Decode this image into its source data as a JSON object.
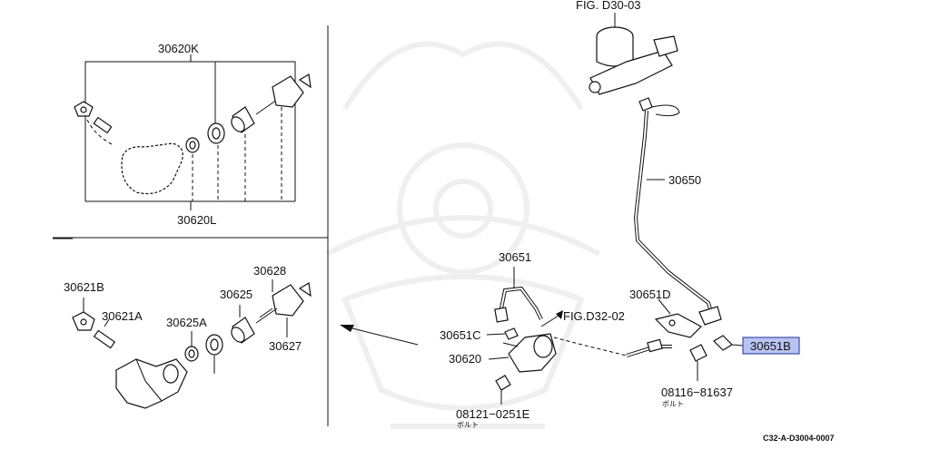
{
  "diagram": {
    "labels": {
      "fig_d30_03": "FIG. D30-03",
      "p30650": "30650",
      "p30620K": "30620K",
      "p30620L": "30620L",
      "p30621B": "30621B",
      "p30621A": "30621A",
      "p30625A": "30625A",
      "p30625": "30625",
      "p30628": "30628",
      "p30627": "30627",
      "p30651": "30651",
      "p30651C": "30651C",
      "fig_d32_02": "FIG.D32-02",
      "p30620": "30620",
      "p30651D": "30651D",
      "p30651B": "30651B",
      "p08116_81637": "08116−81637",
      "bolt_1": "ボルト",
      "p08121_0251E": "08121−0251E",
      "bolt_2": "ボルト",
      "code": "C32-A-D3004-0007"
    },
    "highlight_color": "#b9c3ef"
  }
}
